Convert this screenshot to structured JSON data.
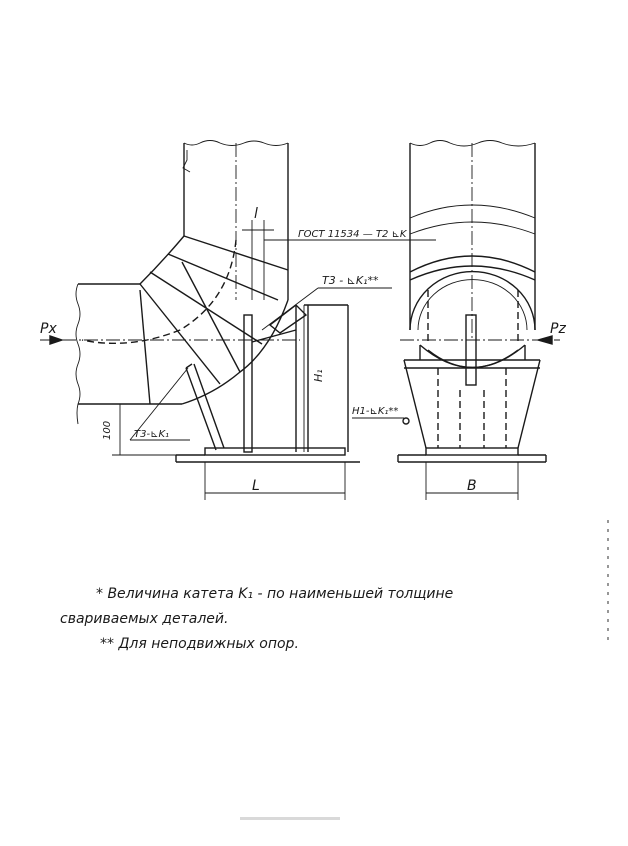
{
  "left_view": {
    "dim_l": "l",
    "dim_L": "L",
    "dim_H": "H₁",
    "dim_100": "100",
    "force_x": "Px",
    "weld_t3_top": "Т3 - ⊾K₁**",
    "weld_t3_bottom": "Т3-⊾K₁",
    "weld_gost": "ГОСТ 11534 — Т2 ⊾K"
  },
  "right_view": {
    "dim_B": "B",
    "force_z": "Pz",
    "weld_n1": "Н1-⊾K₁**"
  },
  "notes": {
    "line1": "* Величина катета K₁ - по наименьшей толщине",
    "line2": "свариваемых деталей.",
    "line3": "** Для неподвижных опор."
  }
}
